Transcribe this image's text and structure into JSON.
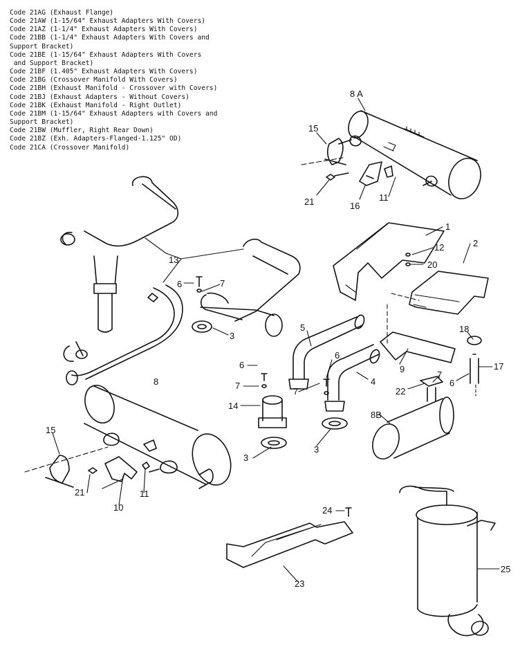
{
  "legend": [
    "Code 21AG (Exhaust Flange)",
    "Code 21AW (1-15/64\" Exhaust Adapters With Covers)",
    "Code 21AZ (1-1/4\" Exhaust Adapters With Covers)",
    "Code 21BB (1-1/4\" Exhaust Adapters With Covers and",
    "Support Bracket)",
    "Code 21BE (1-15/64\" Exhaust Adapters With Covers",
    " and Support Bracket)",
    "Code 21BF (1.405\" Exhaust Adapters With Covers)",
    "Code 21BG (Crossover Manifold With Covers)",
    "Code 21BH (Exhaust Manifold - Crossover with Covers)",
    "Code 21BJ (Exhaust Adapters - Without Covers)",
    "Code 21BK (Exhaust Manifold - Right Outlet)",
    "Code 21BM (1-15/64\" Exhaust Adapters with Covers and",
    "Support Bracket)",
    "Code 21BW (Muffler, Right Rear Down)",
    "Code 21BZ (Exh. Adapters-Flanged-1.125\" OD)",
    "Code 21CA (Crossover Manifold)"
  ],
  "callouts": {
    "c8a": "8 A",
    "c15a": "15",
    "c21a": "21",
    "c16": "16",
    "c11a": "11",
    "c1": "1",
    "c12": "12",
    "c2": "2",
    "c20": "20",
    "c13": "13",
    "c6a": "6",
    "c7a": "7",
    "c3a": "3",
    "c5": "5",
    "c6b": "6",
    "c6c": "6",
    "c7b": "7",
    "c7c": "7",
    "c4": "4",
    "c14": "14",
    "c3b": "3",
    "c3c": "3",
    "c9": "9",
    "c18": "18",
    "c17": "17",
    "c7d": "7",
    "c6d": "6",
    "c22": "22",
    "c8": "8",
    "c8b": "8B",
    "c15b": "15",
    "c21b": "21",
    "c10": "10",
    "c11b": "11",
    "c24": "24",
    "c23": "23",
    "c25": "25"
  }
}
